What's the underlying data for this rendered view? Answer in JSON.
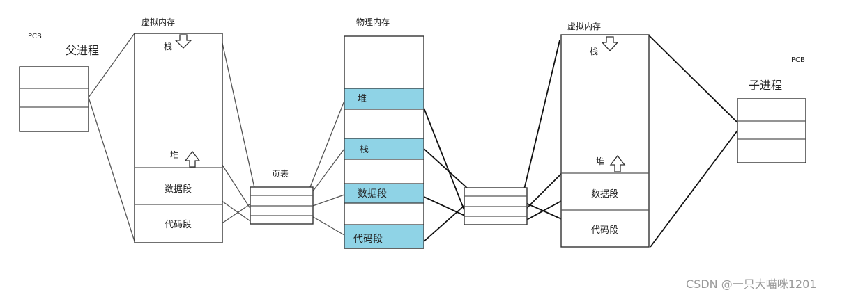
{
  "parent": {
    "pcb_label": "PCB",
    "process_label": "父进程",
    "virtual_memory_label": "虚拟内存",
    "stack_label": "栈",
    "heap_label": "堆",
    "data_label": "数据段",
    "code_label": "代码段"
  },
  "page_table_label": "页表",
  "physical": {
    "label": "物理内存",
    "heap_label": "堆",
    "stack_label": "栈",
    "data_label": "数据段",
    "code_label": "代码段",
    "highlight_color": "#8fd3e6"
  },
  "child": {
    "pcb_label": "PCB",
    "process_label": "子进程",
    "virtual_memory_label": "虚拟内存",
    "stack_label": "栈",
    "heap_label": "堆",
    "data_label": "数据段",
    "code_label": "代码段"
  },
  "watermark": "CSDN @一只大喵咪1201"
}
